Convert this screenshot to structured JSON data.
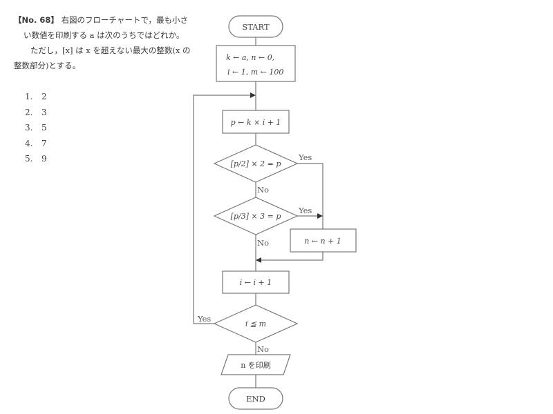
{
  "question": {
    "number_label": "【No. 68】",
    "line1": "右図のフローチャートで，最も小さ",
    "line2": "い数値を印刷する a は次のうちではどれか。",
    "line3": "ただし，[x] は x を超えない最大の整数(x の",
    "line4": "整数部分)とする。"
  },
  "choices": [
    {
      "num": "1.",
      "value": "2"
    },
    {
      "num": "2.",
      "value": "3"
    },
    {
      "num": "3.",
      "value": "5"
    },
    {
      "num": "4.",
      "value": "7"
    },
    {
      "num": "5.",
      "value": "9"
    }
  ],
  "flowchart": {
    "start": "START",
    "init_line1": "k ← a,   n ← 0,",
    "init_line2": "i ← 1,  m ← 100",
    "compute_p": "p ← k × i + 1",
    "decision1": "[p/2] × 2 = p",
    "decision2": "[p/3] × 3 = p",
    "increment_n": "n ← n + 1",
    "increment_i": "i ← i + 1",
    "decision3": "i ≦ m",
    "output": "n を印刷",
    "end": "END",
    "yes": "Yes",
    "no": "No"
  },
  "colors": {
    "line": "#777777",
    "text": "#444444"
  }
}
